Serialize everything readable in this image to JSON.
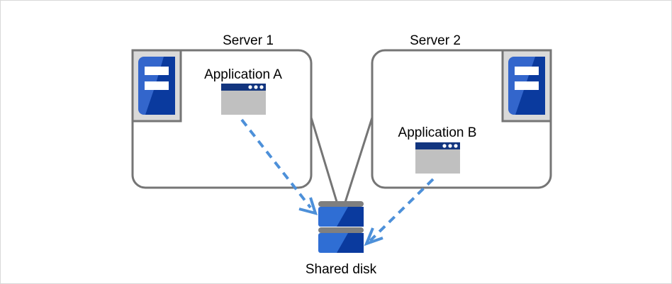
{
  "diagram": {
    "type": "shared-disk-cluster",
    "background": "#ffffff",
    "border_color": "#d9d9d9",
    "colors": {
      "box_stroke": "#757575",
      "icon_frame_fill": "#d9d9d9",
      "icon_frame_stroke": "#757575",
      "server_icon_light_blue": "#3366cc",
      "server_icon_dark_blue": "#0a3a9e",
      "app_titlebar": "#12357f",
      "app_body": "#c0c0c0",
      "app_dot": "#ffffff",
      "disk_light_blue": "#2f6ed4",
      "disk_dark_blue": "#0a3a9e",
      "disk_bar": "#7f7f7f",
      "arrow_blue": "#4d90d9",
      "connector_gray": "#757575",
      "text": "#000000"
    },
    "nodes": [
      {
        "id": "server1",
        "title": "Server 1",
        "app_label": "Application A",
        "icon_name": "server-icon",
        "icon_position": "top-left"
      },
      {
        "id": "server2",
        "title": "Server 2",
        "app_label": "Application B",
        "icon_name": "server-icon",
        "icon_position": "top-right"
      }
    ],
    "storage": {
      "id": "shared-disk",
      "label": "Shared disk",
      "icon_name": "disk-stack-icon",
      "platters": 2
    },
    "connections": [
      {
        "id": "conn-server1-disk",
        "from": "server1",
        "to": "shared-disk",
        "style": "solid",
        "color": "#757575",
        "arrow": false
      },
      {
        "id": "conn-server2-disk",
        "from": "server2",
        "to": "shared-disk",
        "style": "solid",
        "color": "#757575",
        "arrow": false
      },
      {
        "id": "access-app-a-disk",
        "from": "Application A",
        "to": "Shared disk",
        "style": "dashed",
        "color": "#4d90d9",
        "arrow": true
      },
      {
        "id": "access-app-b-disk",
        "from": "Application B",
        "to": "Shared disk",
        "style": "dashed",
        "color": "#4d90d9",
        "arrow": true
      }
    ]
  }
}
